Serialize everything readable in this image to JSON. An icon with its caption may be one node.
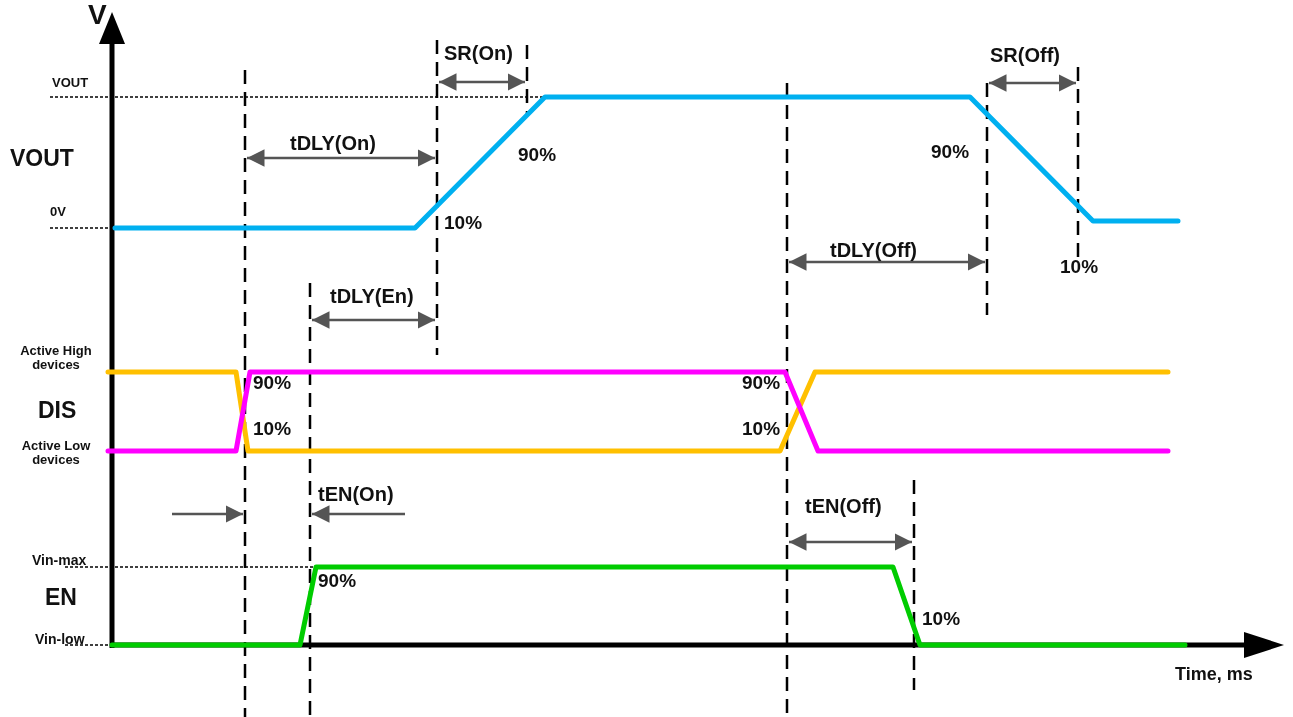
{
  "diagram": {
    "labels": [
      "V",
      "SR(On)",
      "SR(Off)",
      "VOUT",
      "VOUT",
      "tDLY(On)",
      "90%",
      "90%",
      "0V",
      "10%",
      "tDLY(Off)",
      "10%",
      "tDLY(En)",
      "Active High devices",
      "90%",
      "90%",
      "DIS",
      "10%",
      "10%",
      "Active Low devices",
      "tEN(On)",
      "tEN(Off)",
      "Vin-max",
      "90%",
      "EN",
      "10%",
      "Vin-low",
      "Time, ms"
    ]
  }
}
